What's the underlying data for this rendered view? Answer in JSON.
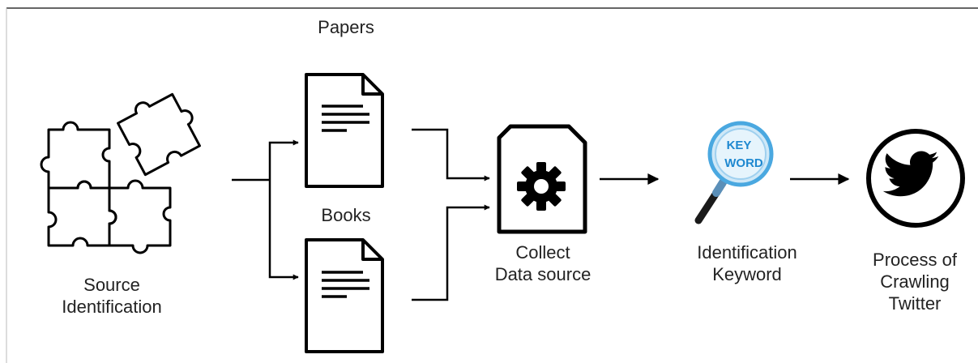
{
  "labels": {
    "papers": "Papers",
    "books": "Books",
    "source": [
      "Source",
      "Identification"
    ],
    "collect": [
      "Collect",
      "Data source"
    ],
    "keyword": [
      "Identification",
      "Keyword"
    ],
    "crawling": [
      "Process of",
      "Crawling",
      "Twitter"
    ]
  },
  "magnifier_text": [
    "KEY",
    "WORD"
  ],
  "colors": {
    "ink": "#000000",
    "text": "#222222",
    "magnifier_glass": "#cfe8f7",
    "magnifier_ring": "#4aa8e0",
    "magnifier_text": "#1e88d0"
  },
  "icons": {
    "source": "puzzle-pieces-icon",
    "papers": "document-icon",
    "books": "document-icon",
    "collect": "gear-document-icon",
    "keyword": "magnifier-keyword-icon",
    "twitter": "twitter-bird-icon"
  }
}
